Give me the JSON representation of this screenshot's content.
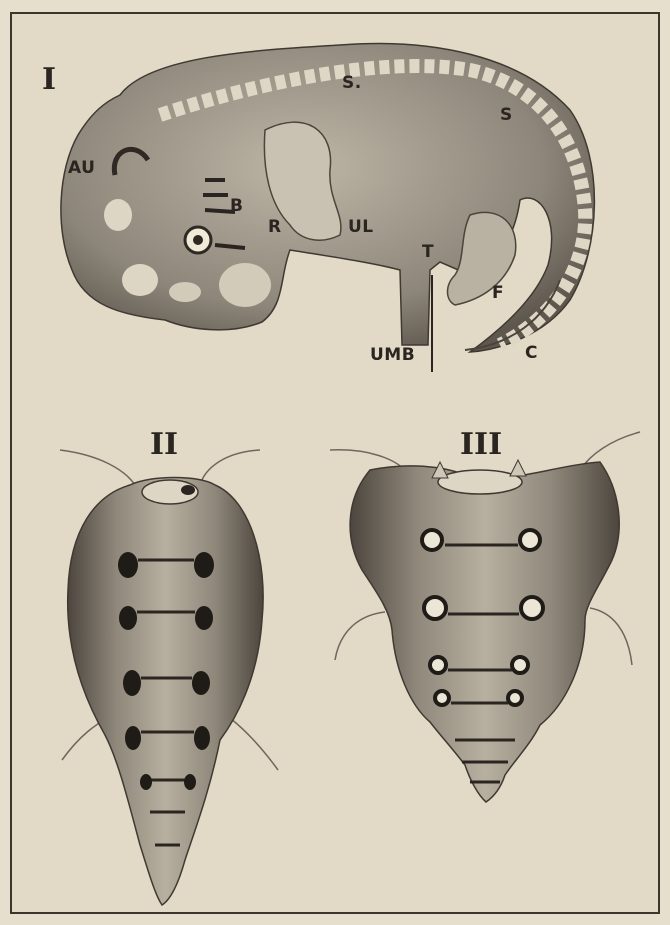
{
  "figures": {
    "fig1": {
      "numeral": "I",
      "labels": {
        "au": "AU",
        "s1": "S.",
        "s2": "S",
        "b": "B",
        "r": "R",
        "ul": "UL",
        "t": "T",
        "f": "F",
        "umb": "UMB",
        "c": "C"
      }
    },
    "fig2": {
      "numeral": "II"
    },
    "fig3": {
      "numeral": "III"
    }
  },
  "colors": {
    "paper": "#e6dfcd",
    "ink": "#2a2520",
    "shade": "#6e675d",
    "light": "#cfc8b7"
  }
}
